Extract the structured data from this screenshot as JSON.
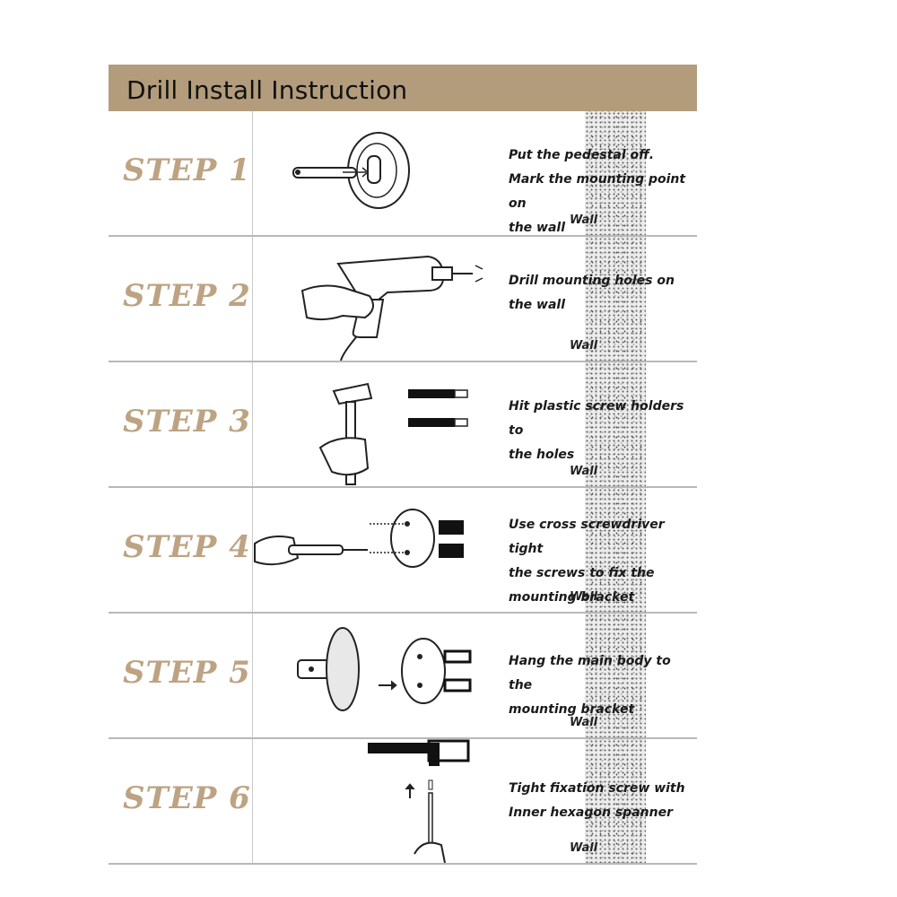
{
  "header": {
    "title": "Drill Install Instruction"
  },
  "steps": [
    {
      "label": "STEP 1",
      "lines": [
        "Put the pedestal off.",
        "Mark the mounting point on",
        "the wall"
      ]
    },
    {
      "label": "STEP 2",
      "lines": [
        "Drill mounting holes on",
        "the wall"
      ]
    },
    {
      "label": "STEP 3",
      "lines": [
        "Hit plastic screw holders to",
        "the holes"
      ]
    },
    {
      "label": "STEP 4",
      "lines": [
        "Use cross screwdriver tight",
        "the screws to fix the",
        "mounting bracket"
      ]
    },
    {
      "label": "STEP 5",
      "lines": [
        "Hang the main body to the",
        "mounting bracket"
      ]
    },
    {
      "label": "STEP 6",
      "lines": [
        "Tight fixation screw with",
        "Inner hexagon spanner"
      ]
    }
  ],
  "wall_label": "Wall",
  "colors": {
    "header_bg": "#b39c7b",
    "step_text": "#bda382"
  }
}
